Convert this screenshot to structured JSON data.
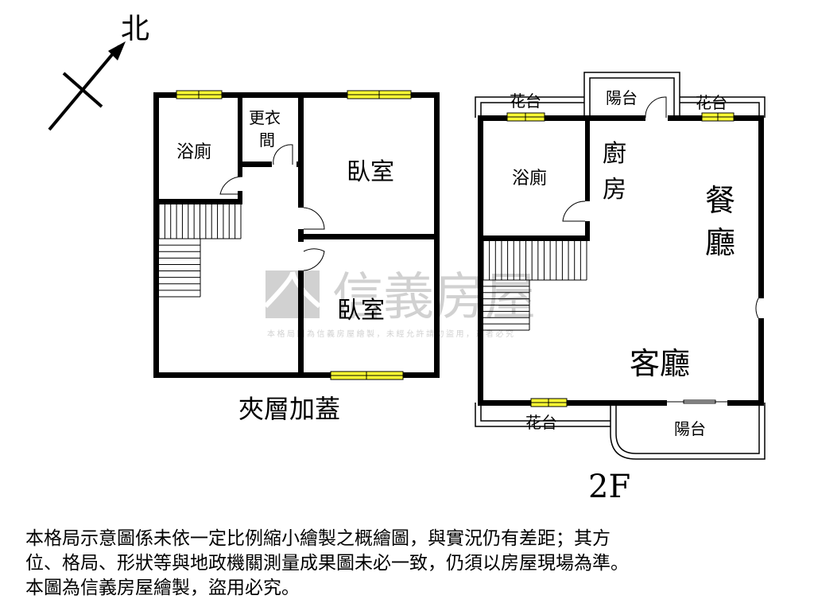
{
  "compass": {
    "label": "北"
  },
  "plans": [
    {
      "title": "夾層加蓋",
      "rooms": [
        "浴廁",
        "更衣",
        "間",
        "臥室",
        "臥室"
      ]
    },
    {
      "title": "2F",
      "rooms": [
        "陽台",
        "花台",
        "花台",
        "浴廁",
        "廚",
        "房",
        "餐",
        "廳",
        "客廳",
        "花台",
        "陽台"
      ]
    }
  ],
  "watermark": {
    "brand": "信義房屋",
    "notice": "本格局圖為信義房屋繪製，未經允許請勿盜用，違者必究"
  },
  "disclaimer": [
    "本格局示意圖係未依一定比例縮小繪製之概繪圖，與實況仍有差距；其方",
    "位、格局、形狀等與地政機關測量成果圖未必一致，仍須以房屋現場為準。",
    "本圖為信義房屋繪製，盜用必究。"
  ],
  "colors": {
    "wall": "#000000",
    "window": "#ffff33",
    "watermark": "#9a9a9a"
  }
}
